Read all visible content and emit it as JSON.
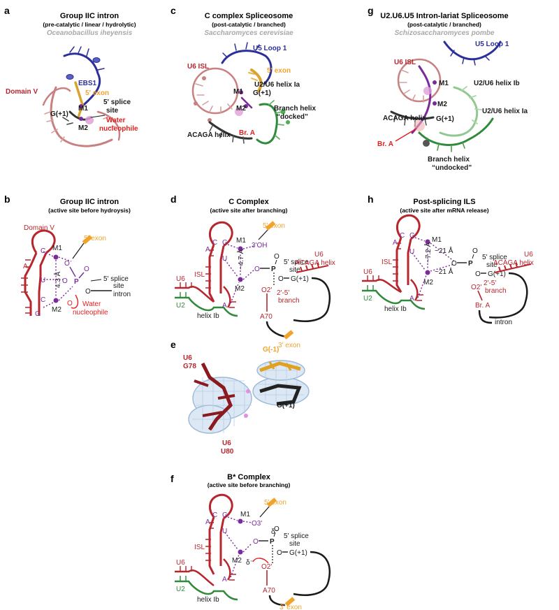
{
  "figure": {
    "panel_a": {
      "letter": "a",
      "title": "Group IIC intron",
      "subtitle": "(pre-catalytic / linear / hydrolytic)",
      "species": "Oceanobacillus iheyensis",
      "labels": {
        "ebs1": "EBS1",
        "exon5": "5' exon",
        "domainV": "Domain V",
        "m1": "M1",
        "splice1": "5' splice",
        "splice2": "site",
        "g1": "G(+1)",
        "m2": "M2",
        "water1": "Water",
        "water2": "nucleophile"
      }
    },
    "panel_b": {
      "letter": "b",
      "title": "Group IIC intron",
      "subtitle": "(active site before hydroysis)",
      "labels": {
        "domainV": "Domain V",
        "exon5": "5' exon",
        "m1": "M1",
        "m2": "M2",
        "p": "P",
        "o": "O",
        "ominus": "O",
        "dist": "4.3 Å",
        "splice1": "5' splice",
        "splice2": "site",
        "intron": "intron",
        "water1": "Water",
        "water2": "nucleophile",
        "a": "A",
        "c": "C",
        "u": "U",
        "g": "G",
        "ohminus": "O",
        "c2": "C"
      }
    },
    "panel_c": {
      "letter": "c",
      "title": "C complex Spliceosome",
      "subtitle": "(post-catalytic / branched)",
      "species": "Saccharomyces cerevisiae",
      "labels": {
        "u5": "U5 Loop 1",
        "u6isl": "U6 ISL",
        "exon5": "5' exon",
        "m1": "M1",
        "helixIa": "U2/U6 helix Ia",
        "g1": "G(+1)",
        "m2": "M2",
        "branch1": "Branch helix",
        "branch2": "“docked”",
        "acaga": "ACAGA helix",
        "bra": "Br. A"
      }
    },
    "panel_d": {
      "letter": "d",
      "title": "C Complex",
      "subtitle": "(active site after branching)",
      "labels": {
        "exon5": "5' exon",
        "m1": "M1",
        "m2": "M2",
        "oh3": "3'OH",
        "dist": "~4.7 Å",
        "p": "P",
        "splice1": "5' splice",
        "splice2": "site",
        "g1": "G(+1)",
        "u6a": "U6",
        "u6b": "ACAGA helix",
        "isl": "ISL",
        "u6": "U6",
        "u2": "U2",
        "helixIb": "helix Ib",
        "o2": "O2'",
        "b1": "2'-5'",
        "b2": "branch",
        "a70": "A70",
        "exon3": "3' exon",
        "a": "A",
        "c": "C",
        "u": "U",
        "g": "G",
        "a2": "A",
        "o": "O",
        "ominus": "O"
      }
    },
    "panel_e": {
      "letter": "e",
      "labels": {
        "u6top": "U6",
        "g78": "G78",
        "gminus": "G(-1)",
        "gplus": "G(+1)",
        "u6bot": "U6",
        "u80": "U80"
      }
    },
    "panel_f": {
      "letter": "f",
      "title": "B* Complex",
      "subtitle": "(active site before branching)",
      "labels": {
        "exon5": "5' exon",
        "m1": "M1",
        "o3": "O3'",
        "m2": "M2",
        "p": "P",
        "splice1": "5' splice",
        "splice2": "site",
        "g1": "G(+1)",
        "delta1": "δ⁻",
        "delta2": "δ⁻",
        "isl": "ISL",
        "u6": "U6",
        "u2": "U2",
        "helixIb": "helix Ib",
        "o2": "O2'",
        "a70": "A70",
        "exon3": "3' exon",
        "a": "A",
        "c": "C",
        "u": "U",
        "g": "G",
        "a2": "A",
        "o": "O",
        "ominus": "O"
      }
    },
    "panel_g": {
      "letter": "g",
      "title": "U2.U6.U5 Intron-lariat Spliceosome",
      "subtitle": "(post-catalytic / branched)",
      "species": "Schizosaccharomyces pombe",
      "labels": {
        "u5": "U5 Loop 1",
        "u6isl": "U6 ISL",
        "m1": "M1",
        "helixIb": "U2/U6 helix Ib",
        "m2": "M2",
        "helixIa": "U2/U6 helix Ia",
        "acaga": "ACAGA helix",
        "g1": "G(+1)",
        "bra": "Br. A",
        "branch1": "Branch helix",
        "branch2": "“undocked”"
      }
    },
    "panel_h": {
      "letter": "h",
      "title": "Post-splicing ILS",
      "subtitle": "(active site after mRNA release)",
      "labels": {
        "m1": "M1",
        "m2": "M2",
        "d1": "~21 Å",
        "d2": "~7.2 Å",
        "d3": "~21 Å",
        "p": "P",
        "splice1": "5' splice",
        "splice2": "site",
        "g1": "G(+1)",
        "u6a": "U6",
        "u6b": "ACAGA helix",
        "isl": "ISL",
        "u6": "U6",
        "u2": "U2",
        "helixIb": "helix Ib",
        "o2": "O2'",
        "b1": "2'-5'",
        "b2": "branch",
        "bra": "Br. A",
        "intron": "intron",
        "a": "A",
        "c": "C",
        "u": "U",
        "g": "G",
        "a2": "A",
        "o": "O",
        "ominus": "O"
      }
    }
  },
  "colors": {
    "crimson": "#b8262d",
    "purple": "#7a2a9a",
    "orange": "#f2a32c",
    "green": "#2f8a3a",
    "navy": "#2a2f9a",
    "gray": "#a8a8a8",
    "black": "#1a1a1a"
  }
}
